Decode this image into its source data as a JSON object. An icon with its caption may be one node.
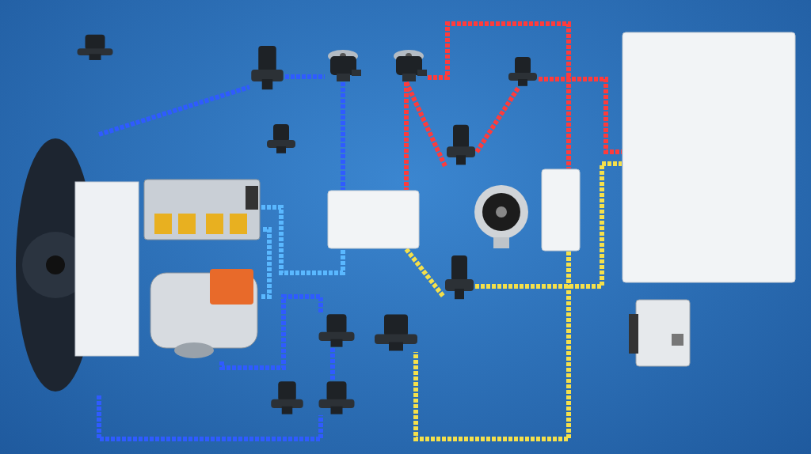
{
  "diagram": {
    "nodes": [
      {
        "text": [],
        "shape": "picture"
      },
      {
        "text": [],
        "shape": "picture"
      },
      {
        "text": [],
        "shape": "picture"
      },
      {
        "text": [],
        "shape": "box"
      },
      {
        "text": [],
        "shape": "picture"
      },
      {
        "text": [],
        "shape": "box"
      },
      {
        "text": [],
        "shape": "box"
      },
      {
        "text": [],
        "shape": "picture"
      },
      {
        "text": [],
        "shape": "picture"
      },
      {
        "text": [],
        "shape": "picture"
      },
      {
        "text": [],
        "shape": "picture"
      },
      {
        "text": [],
        "shape": "picture"
      },
      {
        "text": [],
        "shape": "picture"
      },
      {
        "text": [],
        "shape": "picture"
      },
      {
        "text": [],
        "shape": "picture"
      },
      {
        "text": [],
        "shape": "picture"
      },
      {
        "text": [],
        "shape": "picture"
      },
      {
        "text": [],
        "shape": "picture"
      },
      {
        "text": [],
        "shape": "picture"
      },
      {
        "text": [],
        "shape": "picture"
      }
    ],
    "edges": [
      {
        "from": 0,
        "to": 9,
        "arrow": "none",
        "color": "#2f5bff"
      },
      {
        "from": 9,
        "to": 10,
        "arrow": "none",
        "color": "#2f5bff"
      },
      {
        "from": 10,
        "to": 3,
        "arrow": "none",
        "color": "#2f5bff"
      },
      {
        "from": 1,
        "to": 3,
        "arrow": "none",
        "color": "#5ab8ff"
      },
      {
        "from": 2,
        "to": 1,
        "arrow": "none",
        "color": "#5ab8ff"
      },
      {
        "from": 16,
        "to": 2,
        "arrow": "none",
        "color": "#2f5bff"
      },
      {
        "from": 0,
        "to": 19,
        "arrow": "none",
        "color": "#2f5bff"
      },
      {
        "from": 19,
        "to": 16,
        "arrow": "none",
        "color": "#2f5bff"
      },
      {
        "from": 11,
        "to": 3,
        "arrow": "none",
        "color": "#ff3b3b"
      },
      {
        "from": 11,
        "to": 5,
        "arrow": "none",
        "color": "#ff3b3b"
      },
      {
        "from": 11,
        "to": 14,
        "arrow": "none",
        "color": "#ff3b3b"
      },
      {
        "from": 14,
        "to": 12,
        "arrow": "none",
        "color": "#ff3b3b"
      },
      {
        "from": 12,
        "to": 6,
        "arrow": "none",
        "color": "#ff3b3b"
      },
      {
        "from": 3,
        "to": 15,
        "arrow": "none",
        "color": "#f5e04a"
      },
      {
        "from": 15,
        "to": 6,
        "arrow": "none",
        "color": "#f5e04a"
      },
      {
        "from": 5,
        "to": 17,
        "arrow": "none",
        "color": "#f5e04a"
      }
    ]
  }
}
